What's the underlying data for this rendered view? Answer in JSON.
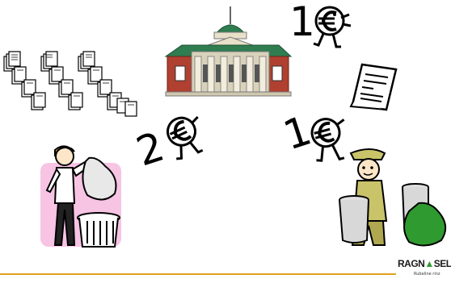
{
  "flow_numbers": {
    "top": "1",
    "right": "1",
    "left": "2"
  },
  "logo": {
    "name_prefix": "RAGN",
    "name_suffix": "SELLS",
    "tagline": "Rubeline rinz"
  },
  "colors": {
    "footer_line": "#e0a020",
    "building_roof": "#2f7d50",
    "building_wall": "#b04030",
    "pink_box": "#f7c4e4",
    "green_bag": "#2f9a2f"
  }
}
